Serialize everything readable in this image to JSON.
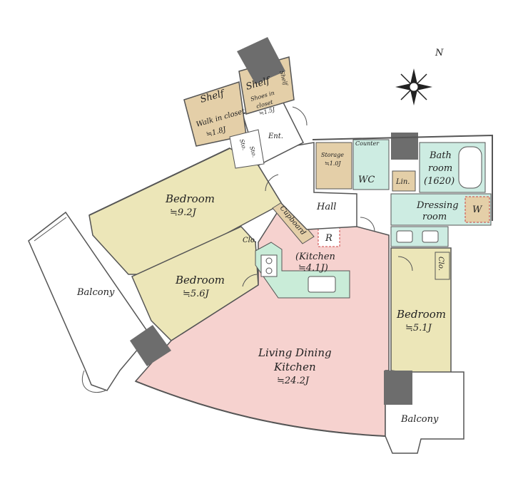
{
  "rooms": {
    "bedroom1": {
      "name": "Bedroom",
      "size": "≒9.2J"
    },
    "bedroom2": {
      "name": "Bedroom",
      "size": "≒5.6J"
    },
    "bedroom3": {
      "name": "Bedroom",
      "size": "≒5.1J"
    },
    "ldk": {
      "line1": "Living Dining",
      "line2": "Kitchen",
      "size": "≒24.2J"
    },
    "kitchen": {
      "name": "(Kitchen",
      "size": "≒4.1J)"
    },
    "hall": "Hall",
    "entrance": "Ent.",
    "wc": "WC",
    "counter": "Counter",
    "linen": "Lin.",
    "bath": {
      "line1": "Bath",
      "line2": "room",
      "line3": "(1620)"
    },
    "dressing": {
      "line1": "Dressing",
      "line2": "room"
    },
    "washer": "W",
    "storage": {
      "name": "Storage",
      "size": "≒1.0J"
    },
    "walk_in_closet": {
      "shelf": "Shelf",
      "line1": "Walk in closet",
      "size": "≒1.8J"
    },
    "shoes_closet": {
      "shelf": "Shelf",
      "line1": "Shoes in",
      "line2": "closet",
      "size": "≒1.5J",
      "shelf2": "Shelf"
    },
    "sto1": "Sto.",
    "sto2": "Sto.",
    "cupboard": "Cupboard",
    "refrigerator": "R",
    "closet1": "Clo.",
    "closet2": "Clo.",
    "balcony1": "Balcony",
    "balcony2": "Balcony"
  },
  "compass": {
    "north": "N"
  },
  "colors": {
    "bedroom": "#ece6b8",
    "ldk": "#f6d2cf",
    "kitchen": "#c9ecd8",
    "wet": "#cdece2",
    "closet": "#e4cfa8",
    "wall": "#6d6d6d",
    "hall": "#ffffff"
  }
}
